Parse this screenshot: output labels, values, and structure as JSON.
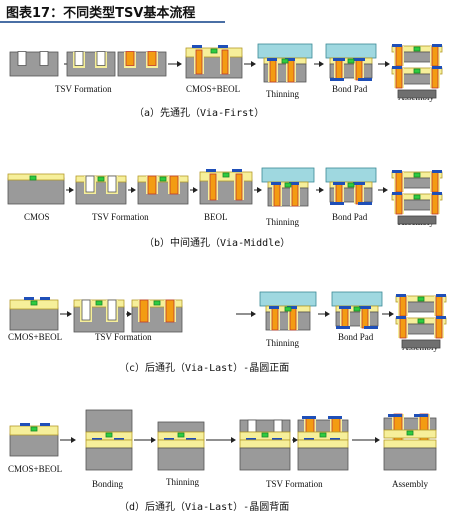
{
  "title": "图表17：不同类型TSV基本流程",
  "colors": {
    "silicon": "#9a9a9a",
    "silicon_dark": "#6f6f6f",
    "oxide": "#f6ef9a",
    "via_fill": "#f39c12",
    "via_edge": "#c0392b",
    "bump": "#1f4fb8",
    "pad": "#2ecc40",
    "carrier": "#9fd8e0",
    "arrow": "#222222"
  },
  "sections": [
    {
      "caption": "（a）先通孔（Via-First）",
      "labels": [
        "TSV Formation",
        "CMOS+BEOL",
        "Thinning",
        "Bond Pad",
        "Assembly"
      ]
    },
    {
      "caption": "（b）中间通孔（Via-Middle）",
      "labels": [
        "CMOS",
        "TSV Formation",
        "BEOL",
        "Thinning",
        "Bond Pad",
        "Assembly"
      ]
    },
    {
      "caption": "（c）后通孔（Via-Last）-晶圆正面",
      "labels": [
        "CMOS+BEOL",
        "TSV Formation",
        "Thinning",
        "Bond Pad",
        "Assembly"
      ]
    },
    {
      "caption": "（d）后通孔（Via-Last）-晶圆背面",
      "labels": [
        "CMOS+BEOL",
        "Bonding",
        "Thinning",
        "TSV Formation",
        "Assembly"
      ]
    }
  ]
}
